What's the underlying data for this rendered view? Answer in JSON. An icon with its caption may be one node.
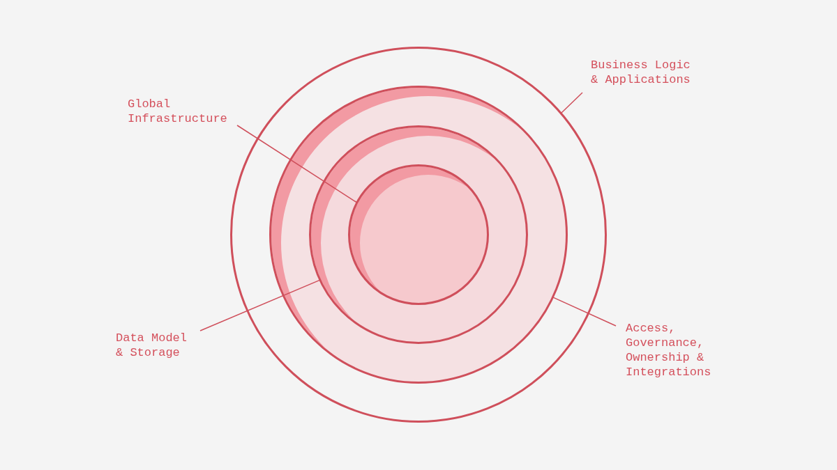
{
  "diagram": {
    "nodes": [
      {
        "text": [
          "Business Logic & Applications"
        ]
      },
      {
        "text": [
          "Global Infrastructure"
        ]
      },
      {
        "text": [
          "Data Model & Storage"
        ]
      },
      {
        "text": [
          "Access, Governance, Ownership & Integrations"
        ]
      },
      {
        "text": [],
        "shape": "circle"
      },
      {
        "text": [],
        "shape": "circle",
        "in": 4
      },
      {
        "text": [],
        "shape": "circle",
        "in": 5
      },
      {
        "text": [],
        "shape": "circle",
        "in": 6
      }
    ],
    "edges": [
      {
        "from": 0,
        "to": 4,
        "arrow": "none"
      },
      {
        "from": 1,
        "to": 7,
        "arrow": "none"
      },
      {
        "from": 2,
        "to": 6,
        "arrow": "none"
      },
      {
        "from": 3,
        "to": 5,
        "arrow": "none"
      }
    ]
  }
}
